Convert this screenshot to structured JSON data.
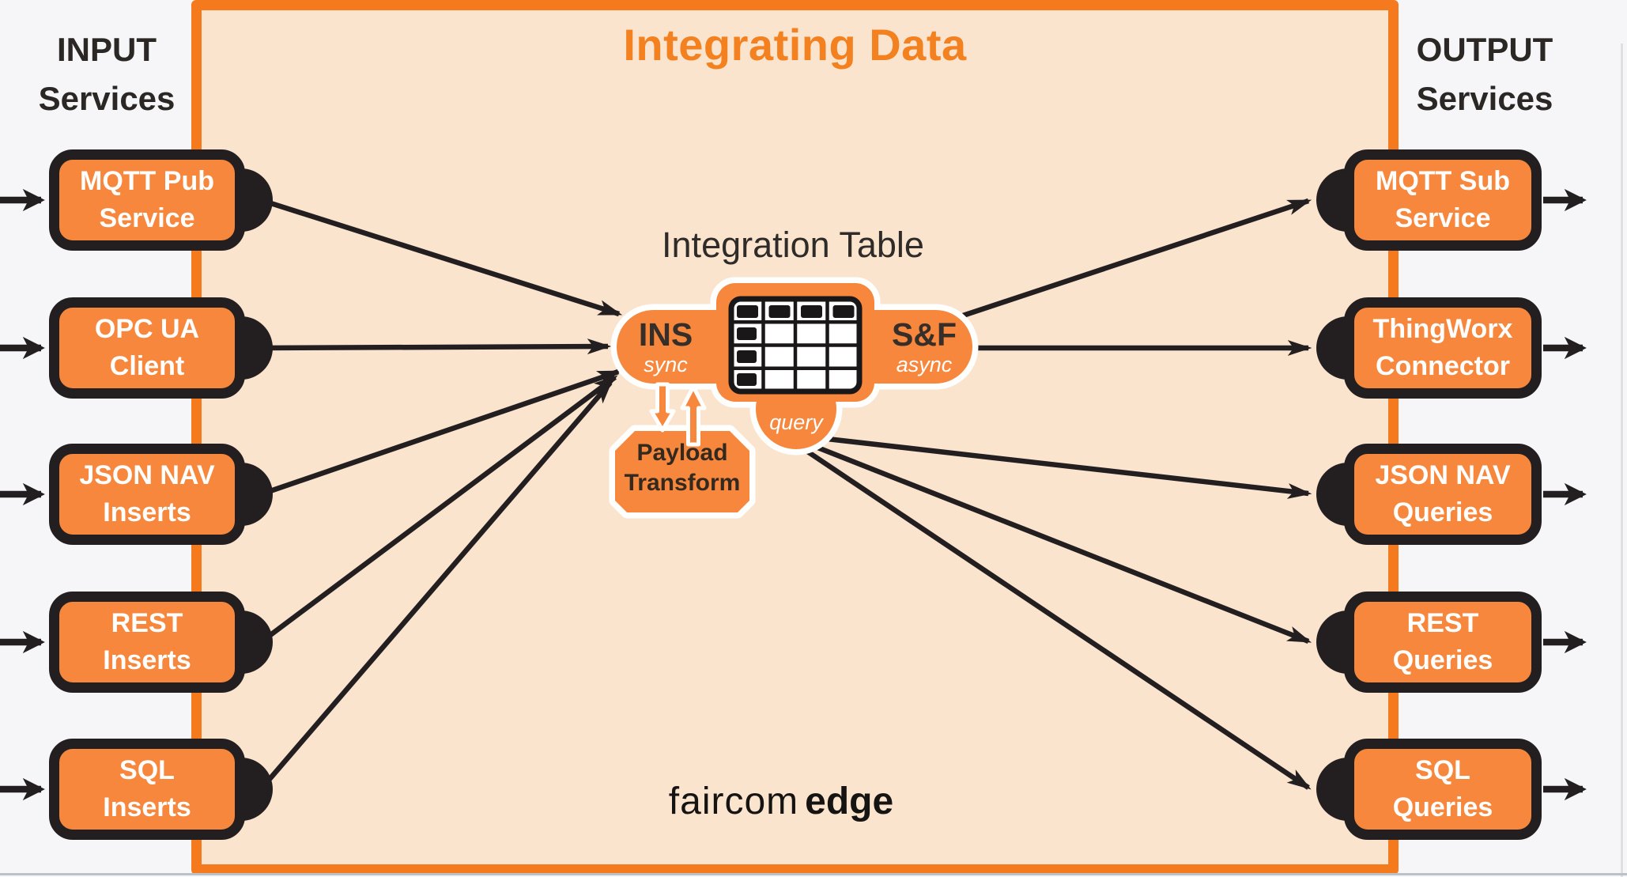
{
  "header": {
    "title": "Integrating Data",
    "input_services_line1": "INPUT",
    "input_services_line2": "Services",
    "output_services_line1": "OUTPUT",
    "output_services_line2": "Services"
  },
  "input_nodes": [
    {
      "line1": "MQTT Pub",
      "line2": "Service"
    },
    {
      "line1": "OPC UA",
      "line2": "Client"
    },
    {
      "line1": "JSON NAV",
      "line2": "Inserts"
    },
    {
      "line1": "REST",
      "line2": "Inserts"
    },
    {
      "line1": "SQL",
      "line2": "Inserts"
    }
  ],
  "output_nodes": [
    {
      "line1": "MQTT Sub",
      "line2": "Service"
    },
    {
      "line1": "ThingWorx",
      "line2": "Connector"
    },
    {
      "line1": "JSON NAV",
      "line2": "Queries"
    },
    {
      "line1": "REST",
      "line2": "Queries"
    },
    {
      "line1": "SQL",
      "line2": "Queries"
    }
  ],
  "integration_table": {
    "label": "Integration Table",
    "ins": "INS",
    "ins_mode": "sync",
    "store_forward": "S&F",
    "store_forward_mode": "async",
    "query": "query"
  },
  "payload_transform": {
    "line1": "Payload",
    "line2": "Transform"
  },
  "logo": {
    "brand": "faircom",
    "product": "edge"
  },
  "colors": {
    "node_orange": "#F6873C",
    "panel_border_orange": "#F5791D",
    "title_orange": "#F4811F",
    "panel_fill_peach": "#FBE4CD",
    "canvas_background": "#F6F6F9",
    "ink_black": "#231F20",
    "label_dark": "#362E28",
    "white": "#FFFFFF"
  }
}
